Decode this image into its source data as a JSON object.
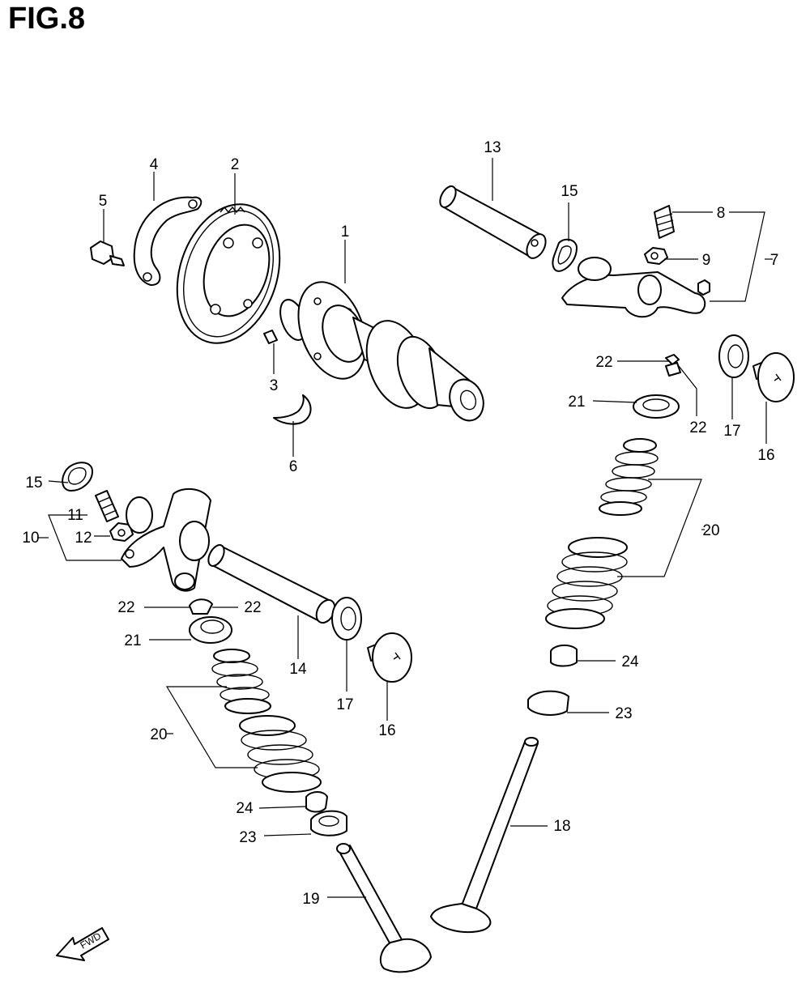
{
  "title": "FIG.8",
  "fwd_label": "FWD",
  "labels": {
    "l1": "1",
    "l2": "2",
    "l3": "3",
    "l4": "4",
    "l5": "5",
    "l6": "6",
    "l7": "7",
    "l8": "8",
    "l9": "9",
    "l10": "10",
    "l11": "11",
    "l12": "12",
    "l13": "13",
    "l14": "14",
    "l15a": "15",
    "l15b": "15",
    "l16a": "16",
    "l16b": "16",
    "l17a": "17",
    "l17b": "17",
    "l18": "18",
    "l19": "19",
    "l20a": "20",
    "l20b": "20",
    "l21a": "21",
    "l21b": "21",
    "l22a": "22",
    "l22b": "22",
    "l22c": "22",
    "l22d": "22",
    "l23a": "23",
    "l23b": "23",
    "l24a": "24",
    "l24b": "24"
  }
}
